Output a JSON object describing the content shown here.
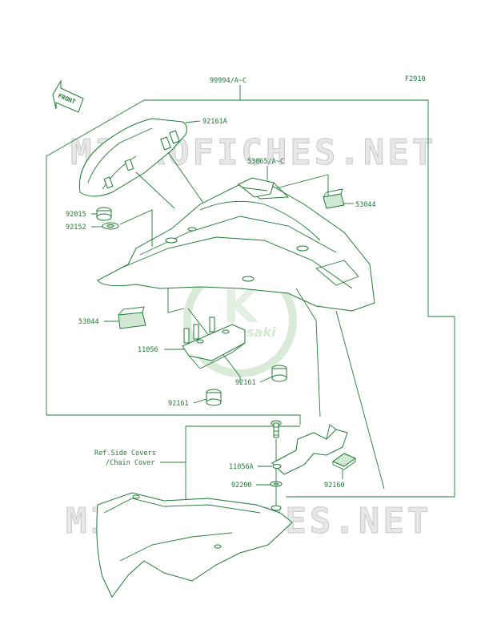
{
  "figure_code": "F2910",
  "front_label": "FRONT",
  "watermark": "MICROFICHES.NET",
  "logo_text": "Kawasaki",
  "logo_letter": "K",
  "ref_note": {
    "line1": "Ref.Side Covers",
    "line2": "/Chain Cover"
  },
  "parts": {
    "p99994": "99994/A~C",
    "p92161A": "92161A",
    "p53065": "53065/A~C",
    "p53044_right": "53044",
    "p92015": "92015",
    "p92152": "92152",
    "p53044_left": "53044",
    "p11056": "11056",
    "p92161_right": "92161",
    "p92161_left": "92161",
    "p11056A": "11056A",
    "p92200": "92200",
    "p92160": "92160"
  },
  "colors": {
    "line": "#1e7a33",
    "watermark": "#e7e7e7"
  }
}
